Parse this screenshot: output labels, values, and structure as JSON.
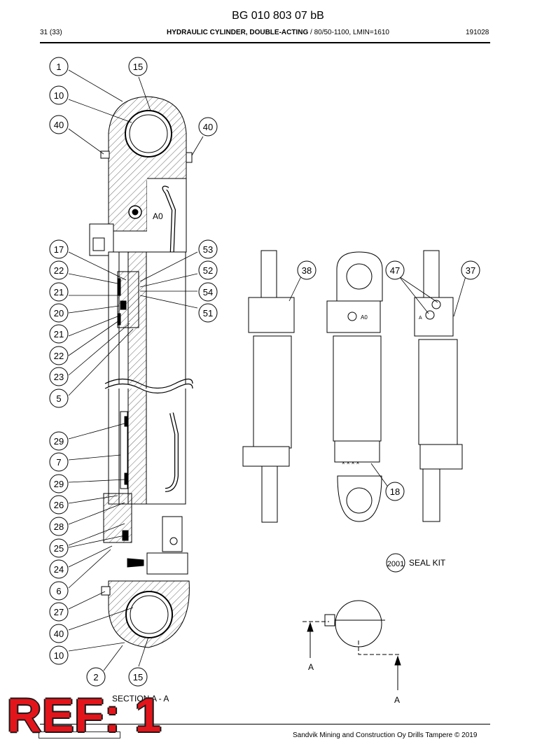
{
  "header": {
    "title": "BG 010 803 07 bB",
    "page": "31 (33)",
    "subtitle_bold": "HYDRAULIC CYLINDER, DOUBLE-ACTING",
    "subtitle_rest": " / 80/50-1100, LMIN=1610",
    "code": "191028"
  },
  "callouts": {
    "left": [
      {
        "label": "1"
      },
      {
        "label": "10"
      },
      {
        "label": "40"
      },
      {
        "label": "17"
      },
      {
        "label": "22"
      },
      {
        "label": "21"
      },
      {
        "label": "20"
      },
      {
        "label": "21"
      },
      {
        "label": "22"
      },
      {
        "label": "23"
      },
      {
        "label": "5"
      },
      {
        "label": "29"
      },
      {
        "label": "7"
      },
      {
        "label": "29"
      },
      {
        "label": "26"
      },
      {
        "label": "28"
      },
      {
        "label": "25"
      },
      {
        "label": "24"
      },
      {
        "label": "6"
      },
      {
        "label": "27"
      },
      {
        "label": "40"
      },
      {
        "label": "10"
      }
    ],
    "top": [
      {
        "label": "15"
      },
      {
        "label": "40"
      }
    ],
    "mid": [
      {
        "label": "53"
      },
      {
        "label": "52"
      },
      {
        "label": "54"
      },
      {
        "label": "51"
      }
    ],
    "bottom": [
      {
        "label": "2"
      },
      {
        "label": "15"
      }
    ],
    "views": [
      {
        "label": "38"
      },
      {
        "label": "47"
      },
      {
        "label": "37"
      },
      {
        "label": "18"
      },
      {
        "label": "2001"
      }
    ]
  },
  "port_mark": "A0",
  "port_mark_small": "A0",
  "port_mark_side": "A",
  "cross_marks": "× × × ×",
  "seal_kit": "SEAL KIT",
  "section_caption": "SECTION A - A",
  "section_marks": [
    "A",
    "A"
  ],
  "ref_stamp": "REF: 1",
  "footer": {
    "copyright": "Sandvik Mining and Construction Oy Drills Tampere © 2019"
  },
  "colors": {
    "stamp_red": "#e3151b",
    "line": "#000000"
  }
}
